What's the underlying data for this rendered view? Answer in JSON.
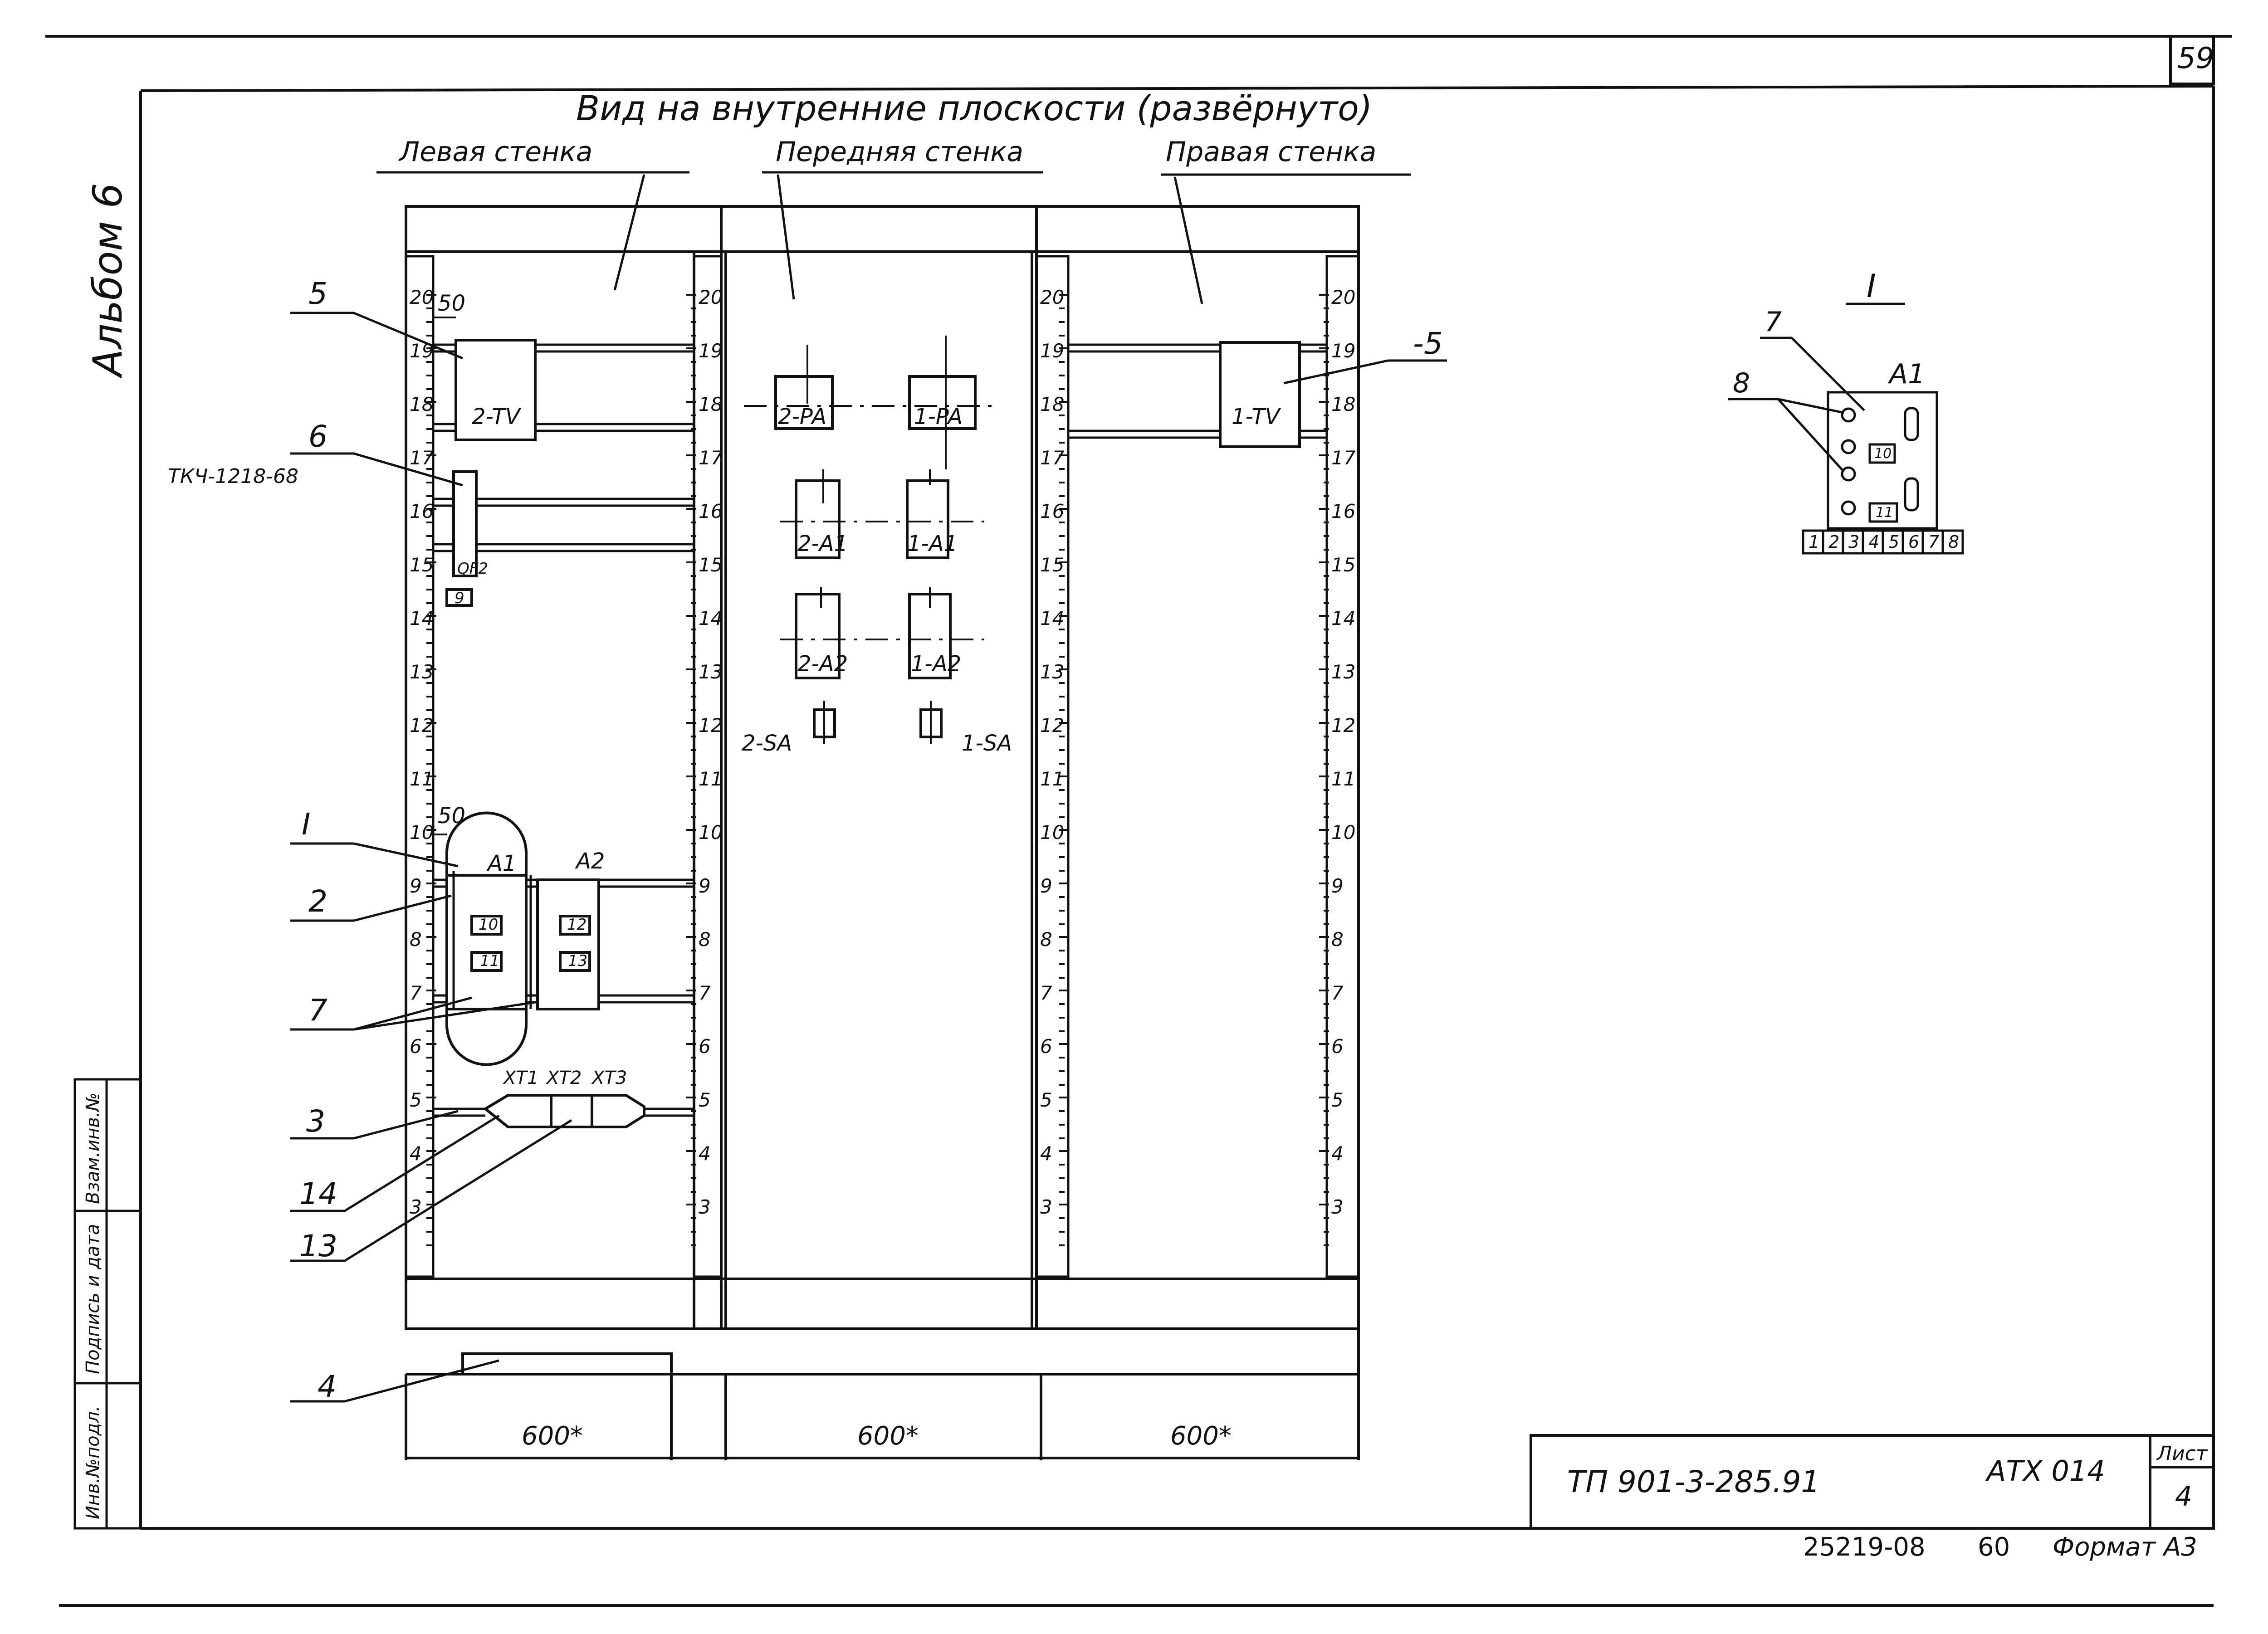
{
  "page_number": "59",
  "album": "Альбом 6",
  "title": "Вид на внутренние плоскости (развёрнуто)",
  "walls": {
    "left": "Левая стенка",
    "front": "Передняя стенка",
    "right": "Правая стенка"
  },
  "ruler_ticks": [
    "20",
    "19",
    "18",
    "17",
    "16",
    "15",
    "14",
    "13",
    "12",
    "11",
    "10",
    "9",
    "8",
    "7",
    "6",
    "5",
    "4",
    "3"
  ],
  "devices": {
    "tv2": "2-TV",
    "tv1": "1-TV",
    "pa2": "2-PA",
    "pa1": "1-PA",
    "a1_2": "2-A1",
    "a1_1": "1-A1",
    "a2_2": "2-A2",
    "a2_1": "1-A2",
    "sa2": "2-SA",
    "sa1": "1-SA",
    "qf2": "QF2",
    "box9": "9",
    "a1": "A1",
    "a2": "A2",
    "box10": "10",
    "box11": "11",
    "box12": "12",
    "box13": "13",
    "xt1": "XT1",
    "xt2": "XT2",
    "xt3": "XT3"
  },
  "dimension_50": "50",
  "callouts": {
    "c5": "5",
    "c6": "6",
    "c6_spec": "ТКЧ-1218-68",
    "cI": "I",
    "c2": "2",
    "c7": "7",
    "c3": "3",
    "c14": "14",
    "c13": "13",
    "c4": "4",
    "c5_right": "-5"
  },
  "widths": [
    "600*",
    "600*",
    "600*"
  ],
  "detail": {
    "title": "I",
    "label": "A1",
    "callout7": "7",
    "callout8": "8",
    "box10": "10",
    "box11": "11",
    "terminals": [
      "1",
      "2",
      "3",
      "4",
      "5",
      "6",
      "7",
      "8"
    ]
  },
  "side_stamp": [
    "Инв.№подл.",
    "Подпись и дата",
    "Взам.инв.№"
  ],
  "title_block": {
    "designation": "ТП 901-3-285.91",
    "code": "АТХ 014",
    "sheet_label": "Лист",
    "sheet_number": "4"
  },
  "footer": {
    "order_number": "25219-08",
    "copy": "60",
    "format": "Формат А3"
  },
  "colors": {
    "ink": "#111111",
    "paper": "#ffffff"
  }
}
